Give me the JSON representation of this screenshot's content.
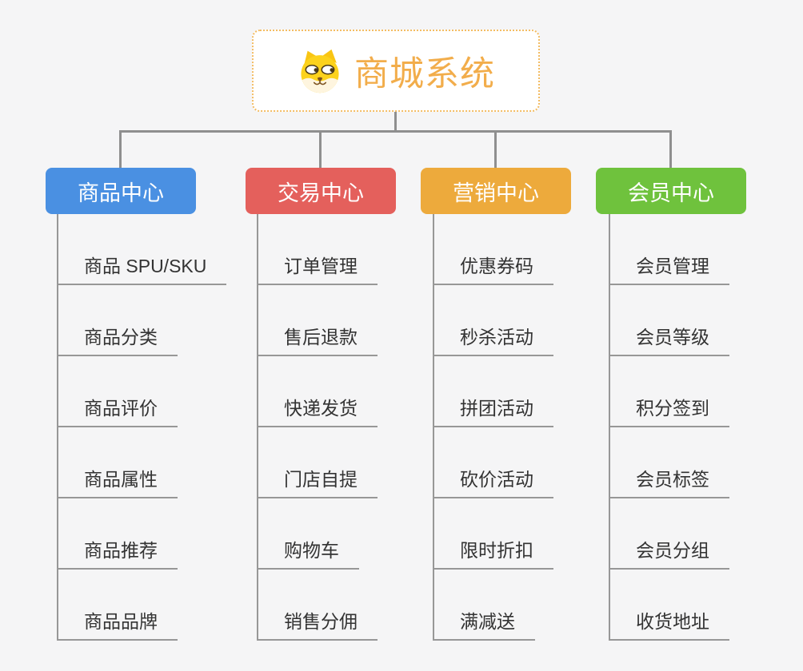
{
  "canvas": {
    "background_color": "#f5f5f6",
    "connector_color": "#8f8f8f"
  },
  "root": {
    "title": "商城系统",
    "icon": "dog-face-icon",
    "title_color": "#f2ad4b",
    "border_color": "#f3bc63"
  },
  "branches": [
    {
      "label": "商品中心",
      "color": "#4a90e2",
      "items": [
        "商品 SPU/SKU",
        "商品分类",
        "商品评价",
        "商品属性",
        "商品推荐",
        "商品品牌"
      ]
    },
    {
      "label": "交易中心",
      "color": "#e4605c",
      "items": [
        "订单管理",
        "售后退款",
        "快递发货",
        "门店自提",
        "购物车",
        "销售分佣"
      ]
    },
    {
      "label": "营销中心",
      "color": "#edaa3c",
      "items": [
        "优惠券码",
        "秒杀活动",
        "拼团活动",
        "砍价活动",
        "限时折扣",
        "满减送"
      ]
    },
    {
      "label": "会员中心",
      "color": "#6fc23d",
      "items": [
        "会员管理",
        "会员等级",
        "积分签到",
        "会员标签",
        "会员分组",
        "收货地址"
      ]
    }
  ]
}
